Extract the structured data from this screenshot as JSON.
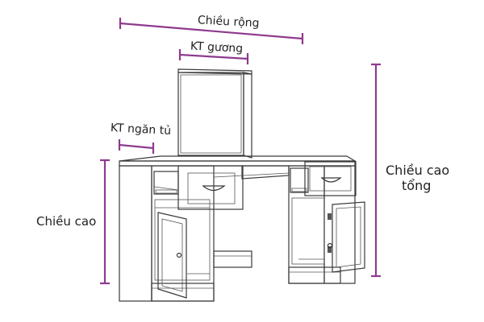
{
  "colors": {
    "dimension": "#8e3a8e",
    "outline": "#3a3a3a",
    "wood": "#ffffff",
    "shade": "#d9d9d9",
    "dark_shade": "#9a9a9a"
  },
  "labels": {
    "width": "Chiều rộng",
    "mirror": "KT gương",
    "drawer": "KT ngăn tủ",
    "height": "Chiều cao",
    "total_height_line1": "Chiều cao",
    "total_height_line2": "tổng"
  },
  "icons": {
    "handle": "drawer-handle-icon",
    "knob": "door-knob-icon",
    "hinge": "hinge-icon"
  }
}
